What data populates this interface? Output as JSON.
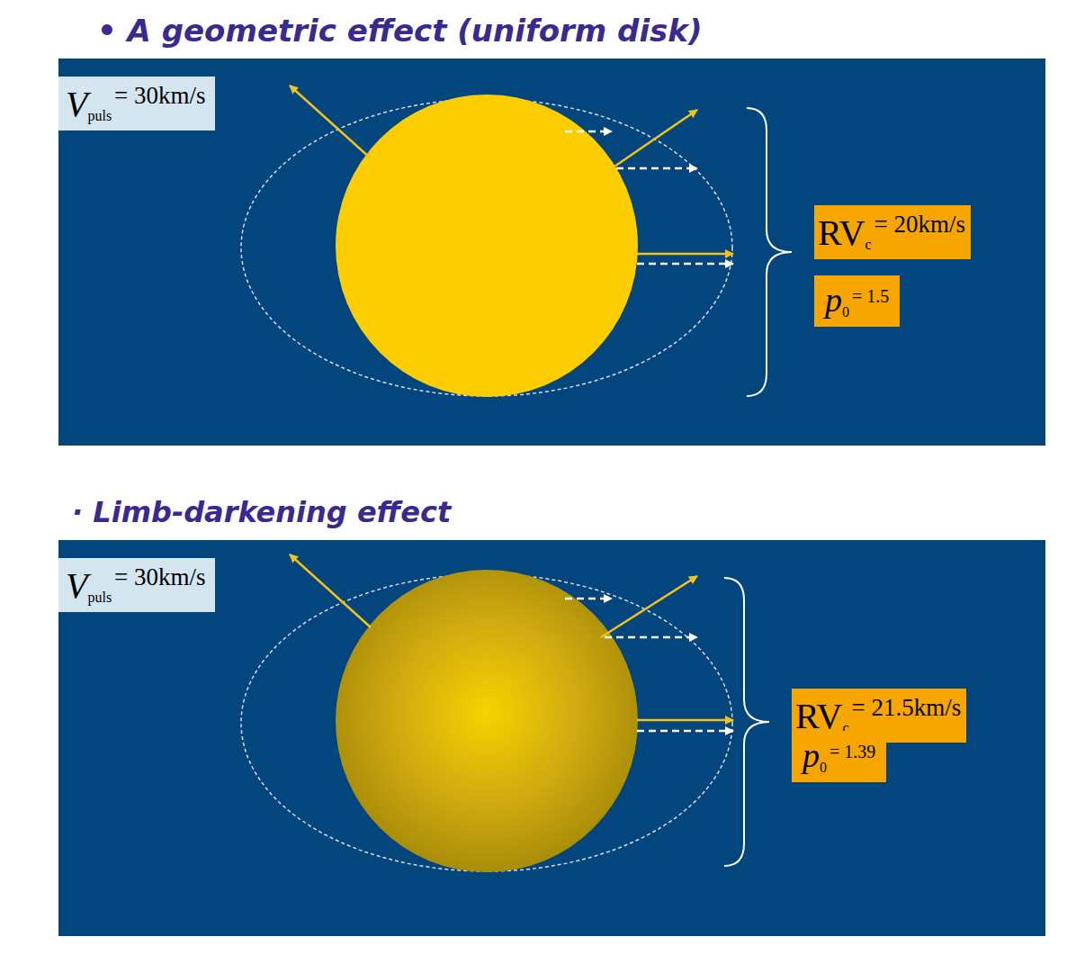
{
  "diagram": {
    "nodes": [
      {
        "text": [
          "V",
          "puls",
          "= 30km/s"
        ]
      },
      {
        "text": [
          "RV",
          "c",
          "= 20km/s"
        ]
      },
      {
        "text": [
          "p",
          "0",
          "= 1.5"
        ]
      },
      {
        "text": [
          "V",
          "puls",
          "= 30km/s"
        ]
      },
      {
        "text": [
          "RV",
          "c",
          "= 21.5km/s"
        ]
      },
      {
        "text": [
          "p",
          "0",
          "= 1.39"
        ]
      }
    ],
    "labels": [
      "• A geometric effect (uniform disk)",
      "· Limb-darkening effect"
    ]
  }
}
